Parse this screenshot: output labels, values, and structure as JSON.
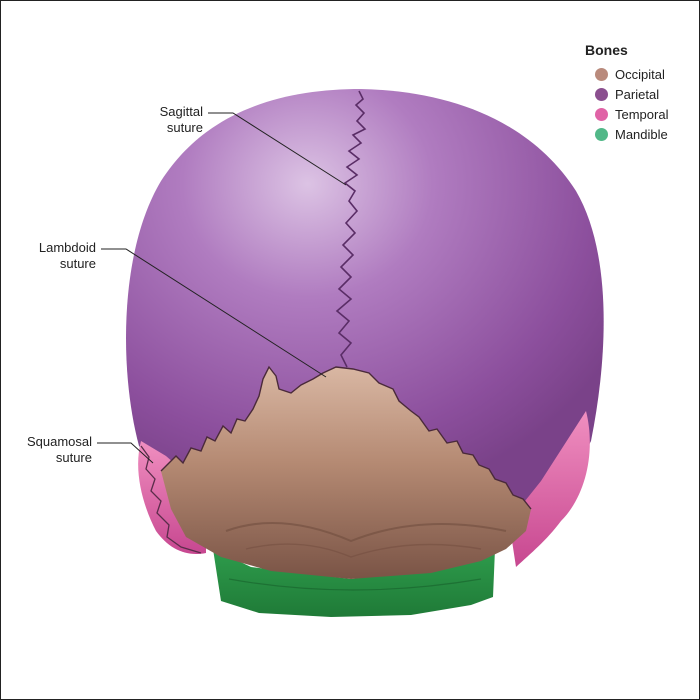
{
  "labels": {
    "sagittal": [
      "Sagittal",
      "suture"
    ],
    "lambdoid": [
      "Lambdoid",
      "suture"
    ],
    "squamosal": [
      "Squamosal",
      "suture"
    ]
  },
  "legend": {
    "title": "Bones",
    "items": [
      {
        "name": "Occipital",
        "color": "#b98a7c"
      },
      {
        "name": "Parietal",
        "color": "#8b4f8f"
      },
      {
        "name": "Temporal",
        "color": "#e063a6"
      },
      {
        "name": "Mandible",
        "color": "#52b888"
      }
    ]
  }
}
